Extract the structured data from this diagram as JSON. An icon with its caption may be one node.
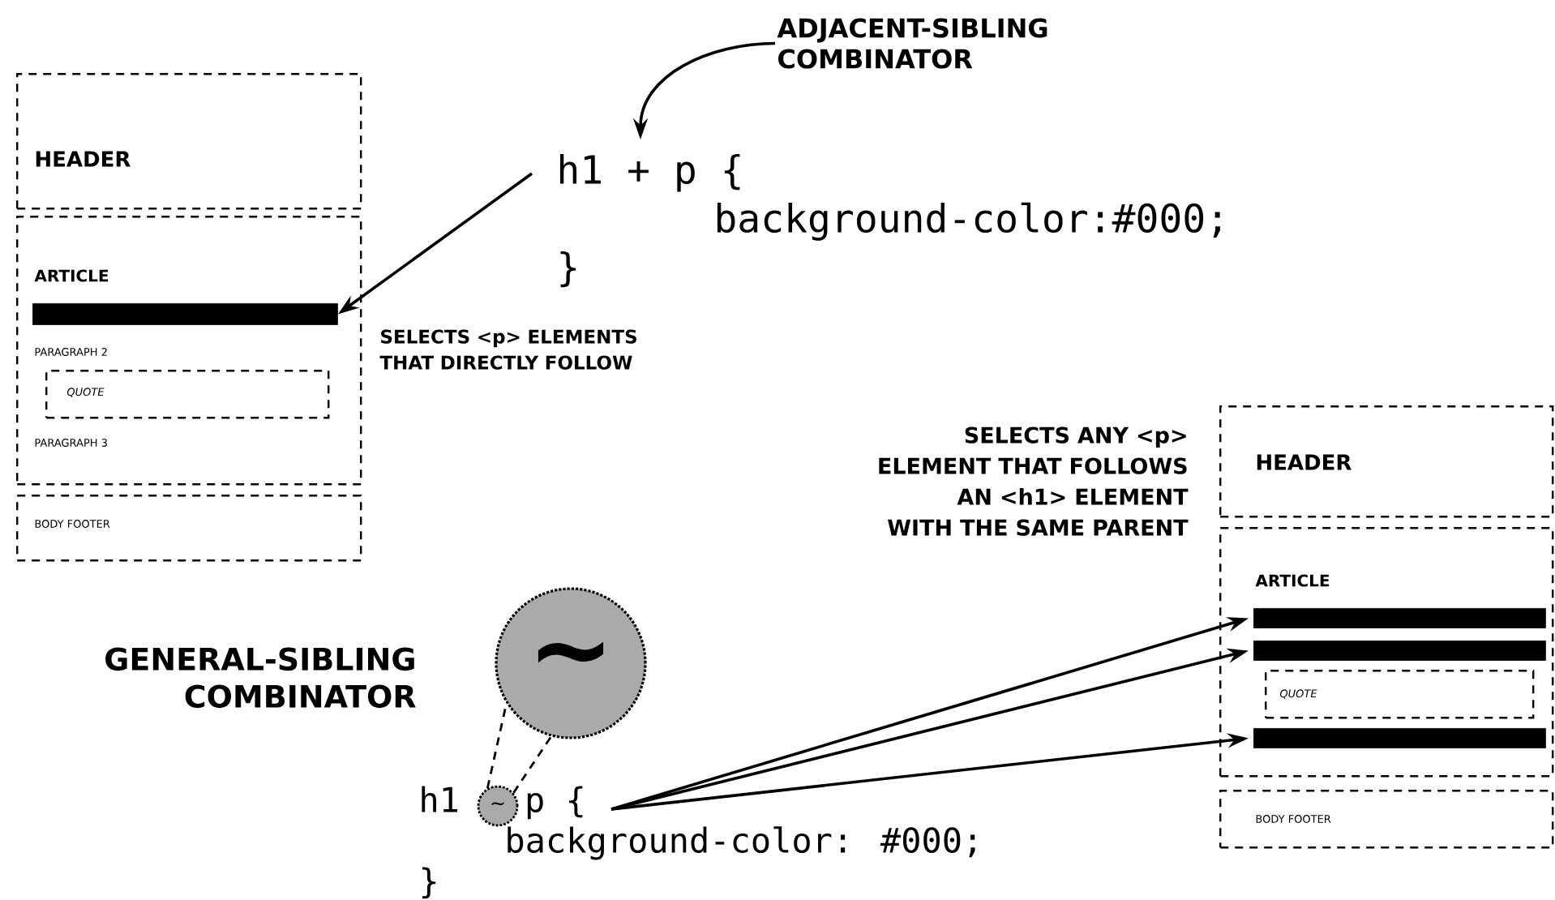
{
  "diagram": {
    "nodes": [
      {
        "text": [
          "HEADER"
        ]
      },
      {
        "text": [
          "ARTICLE",
          "PARAGRAPH 2",
          "PARAGRAPH 3"
        ]
      },
      {
        "text": [],
        "shape": "bar",
        "in": 1
      },
      {
        "text": [
          "QUOTE"
        ],
        "in": 1
      },
      {
        "text": [
          "BODY FOOTER"
        ]
      },
      {
        "text": [
          "h1 + p {",
          "background-color:#000;",
          "}"
        ]
      },
      {
        "text": [
          "ADJACENT-SIBLING COMBINATOR"
        ]
      },
      {
        "text": [
          "HEADER"
        ]
      },
      {
        "text": [
          "ARTICLE"
        ]
      },
      {
        "text": [],
        "shape": "bar",
        "in": 8
      },
      {
        "text": [],
        "shape": "bar",
        "in": 8
      },
      {
        "text": [
          "QUOTE"
        ],
        "in": 8
      },
      {
        "text": [],
        "shape": "bar",
        "in": 8
      },
      {
        "text": [
          "BODY FOOTER"
        ]
      },
      {
        "text": [
          "h1",
          "p {",
          "background-color: #000;",
          "}"
        ]
      },
      {
        "text": [
          "~"
        ],
        "in": 14
      },
      {
        "text": [
          "~"
        ]
      }
    ],
    "edges": [
      {
        "from": 6,
        "to": 5,
        "arrow": "to"
      },
      {
        "from": 5,
        "to": 2,
        "arrow": "to"
      },
      {
        "from": 14,
        "to": 9,
        "arrow": "to"
      },
      {
        "from": 14,
        "to": 10,
        "arrow": "to"
      },
      {
        "from": 14,
        "to": 12,
        "arrow": "to"
      },
      {
        "from": 15,
        "to": 16,
        "arrow": "none",
        "style": "dashed"
      },
      {
        "from": 15,
        "to": 16,
        "arrow": "none",
        "style": "dashed"
      }
    ],
    "labels": [
      "SELECTS <p> ELEMENTS THAT DIRECTLY FOLLOW",
      "SELECTS ANY <p> ELEMENT THAT FOLLOWS AN <h1> ELEMENT WITH THE SAME PARENT",
      "GENERAL-SIBLING COMBINATOR"
    ]
  }
}
